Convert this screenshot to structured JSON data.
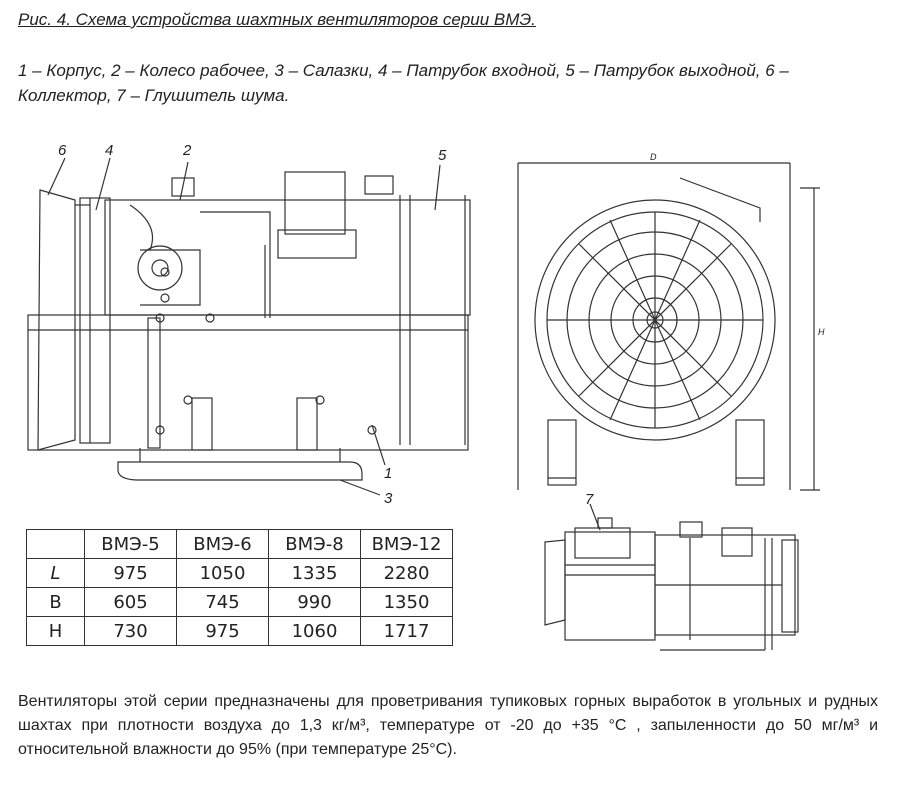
{
  "caption": "Рис. 4. Схема устройства шахтных вентиляторов серии ВМЭ.",
  "legend": "1 – Корпус, 2 – Колесо рабочее, 3 – Салазки, 4 – Патрубок входной, 5 – Патрубок выходной, 6 – Коллектор, 7 – Глушитель шума.",
  "drawing_labels": {
    "n1": "1",
    "n2": "2",
    "n3": "3",
    "n4": "4",
    "n5": "5",
    "n6": "6",
    "n7": "7",
    "dim_d": "D",
    "dim_h": "H"
  },
  "table": {
    "headers": [
      "",
      "ВМЭ-5",
      "ВМЭ-6",
      "ВМЭ-8",
      "ВМЭ-12"
    ],
    "rows": [
      {
        "label": "L",
        "values": [
          "975",
          "1050",
          "1335",
          "2280"
        ]
      },
      {
        "label": "B",
        "values": [
          "605",
          "745",
          "990",
          "1350"
        ]
      },
      {
        "label": "H",
        "values": [
          "730",
          "975",
          "1060",
          "1717"
        ]
      }
    ]
  },
  "paragraph": "Вентиляторы этой серии предназначены для проветривания тупиковых горных выработок в угольных и рудных шахтах при плотности воздуха до 1,3 кг/м³, температуре от -20 до +35 °С , запыленности до 50 мг/м³ и относительной влажности до 95% (при температуре 25°С)."
}
